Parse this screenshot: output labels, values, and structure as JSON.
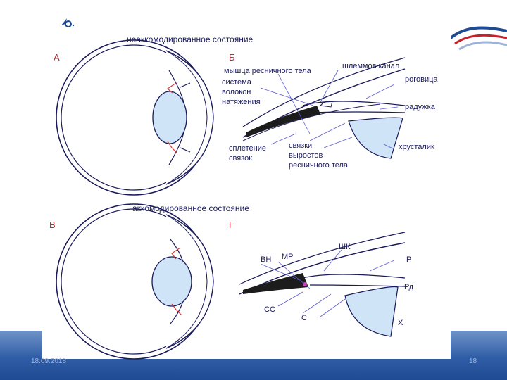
{
  "footer": {
    "date": "18.09.2018",
    "page": "18"
  },
  "top": {
    "title": "неаккомодированное состояние",
    "panel_a": "А",
    "panel_b": "Б",
    "labels": {
      "muscle": "мышца ресничного тела",
      "fiber_system_1": "система",
      "fiber_system_2": "волокон",
      "fiber_system_3": "натяжения",
      "schlemm": "шлеммов канал",
      "cornea": "роговица",
      "iris": "радужка",
      "lens": "хрусталик",
      "plexus_1": "сплетение",
      "plexus_2": "связок",
      "ligaments_1": "связки",
      "ligaments_2": "выростов",
      "ligaments_3": "ресничного тела"
    }
  },
  "bottom": {
    "title": "аккомодированное состояние",
    "panel_v": "В",
    "panel_g": "Г",
    "labels": {
      "vn": "ВН",
      "mr": "МР",
      "shk": "ШК",
      "r": "Р",
      "rd": "Рд",
      "ss": "СС",
      "s": "С",
      "kh": "Х"
    }
  },
  "colors": {
    "lens_fill": "#cfe4f7",
    "outline": "#1a1a5a",
    "muscle": "#1c1c1c",
    "ligament": "#d23a3a",
    "band": "#2f5da6"
  }
}
